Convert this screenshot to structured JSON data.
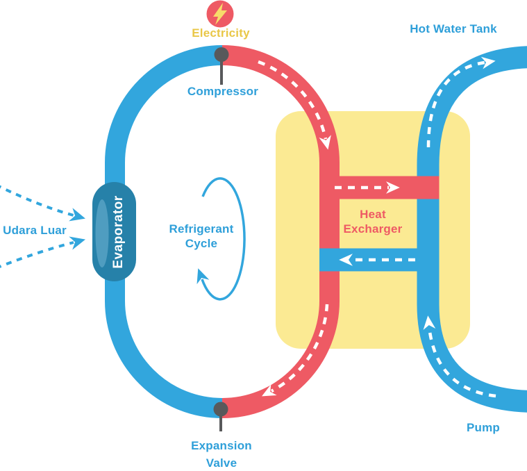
{
  "labels": {
    "electricity": "Electricity",
    "compressor": "Compressor",
    "hot_water_tank": "Hot Water Tank",
    "udara_luar": "Udara Luar",
    "evaporator": "Evaporator",
    "refrigerant_cycle": {
      "line1": "Refrigerant",
      "line2": "Cycle"
    },
    "heat_exchanger": {
      "line1": "Heat",
      "line2": "Excharger"
    },
    "expansion_valve": {
      "line1": "Expansion",
      "line2": "Valve"
    },
    "pump": "Pump"
  },
  "icons": {
    "electricity_icon": "lightning-bolt",
    "flow_arrows": "dashed-arrow",
    "cycle_arrow": "elliptical-loop-arrow"
  },
  "colors": {
    "pipe_blue": "#32A6DD",
    "pipe_red": "#EE5A64",
    "heat_exchanger_bg": "#FBEA93",
    "label_blue": "#2E9FD9",
    "label_red": "#EE5A64",
    "label_yellow": "#E9C747",
    "electricity_badge_red": "#EE5A64",
    "bolt_yellow": "#F7DC6A",
    "evaporator_fill": "#2681A9",
    "evaporator_highlight": "#4F9DC0",
    "flow_dash_white": "#FFFFFF",
    "marker_gray": "#58595B"
  }
}
